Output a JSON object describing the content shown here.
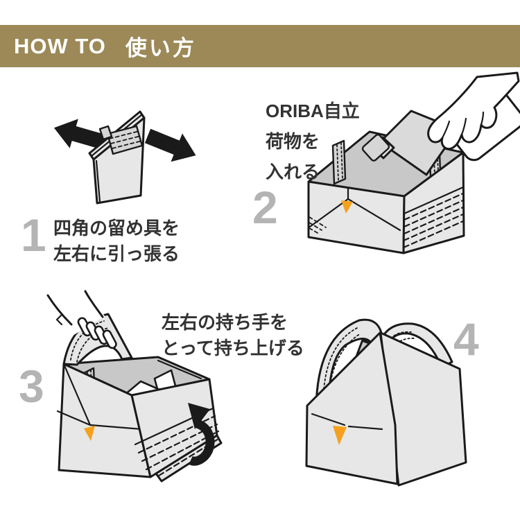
{
  "header": {
    "title_en": "HOW TO",
    "title_ja": "使い方"
  },
  "steps": [
    {
      "number": "1",
      "caption_lines": [
        "四角の留め具を",
        "左右に引っ張る"
      ]
    },
    {
      "number": "2",
      "caption_lines": [
        "ORIBA自立",
        "荷物を",
        "入れる"
      ]
    },
    {
      "number": "3",
      "caption_lines": [
        "左右の持ち手を",
        "とって持ち上げる"
      ]
    },
    {
      "number": "4",
      "caption_lines": []
    }
  ],
  "colors": {
    "bar": "#9C8957",
    "orange": "#F5A11D",
    "number_gray": "#B4B4B4",
    "text_dark": "#323232",
    "outline": "#1A1A1A",
    "panel_light": "#E7E7E7",
    "panel_mid": "#C8C8C8",
    "panel_strap": "#D6D6D6",
    "bottle_gray": "#DADADA"
  }
}
